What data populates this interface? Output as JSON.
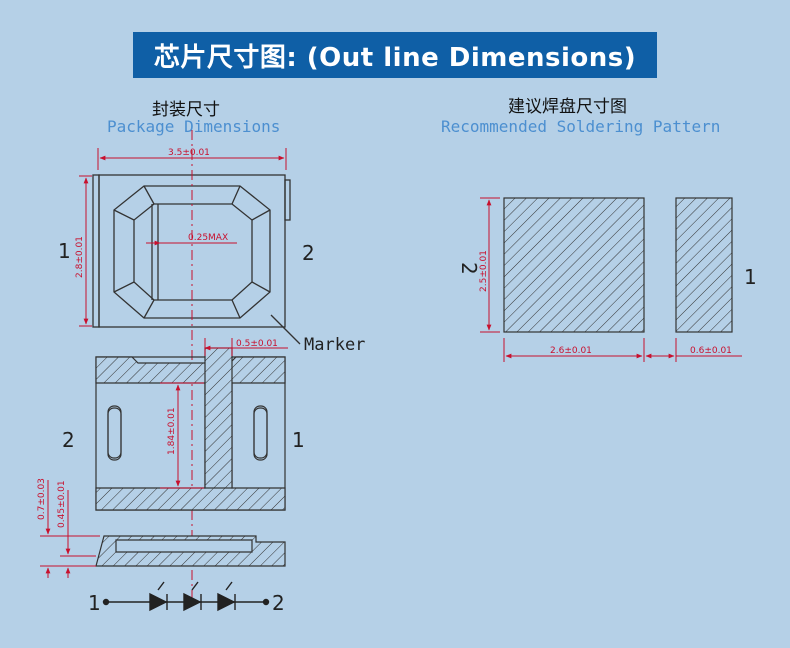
{
  "title": "芯片尺寸图: (Out line Dimensions)",
  "package": {
    "cn": "封装尺寸",
    "en": "Package Dimensions",
    "width_dim": "3.5±0.01",
    "height_dim": "2.8±0.01",
    "max_dim": "0.25MAX",
    "pad_dim": "0.5±0.01",
    "inner_dim": "1.84±0.01",
    "thick_dim": "0.7±0.03",
    "base_dim": "0.45±0.01",
    "marker": "Marker",
    "pin1": "1",
    "pin2": "2"
  },
  "soldering": {
    "cn": "建议焊盘尺寸图",
    "en": "Recommended Soldering Pattern",
    "width_dim": "2.6±0.01",
    "height_dim": "2.5±0.01",
    "small_dim": "0.6±0.01",
    "pin1": "1",
    "pin2": "2"
  },
  "colors": {
    "background": "#b5d0e7",
    "banner": "#0f5fa6",
    "dimension": "#c8102e",
    "english_label": "#4c8fd0",
    "outline": "#333333"
  }
}
